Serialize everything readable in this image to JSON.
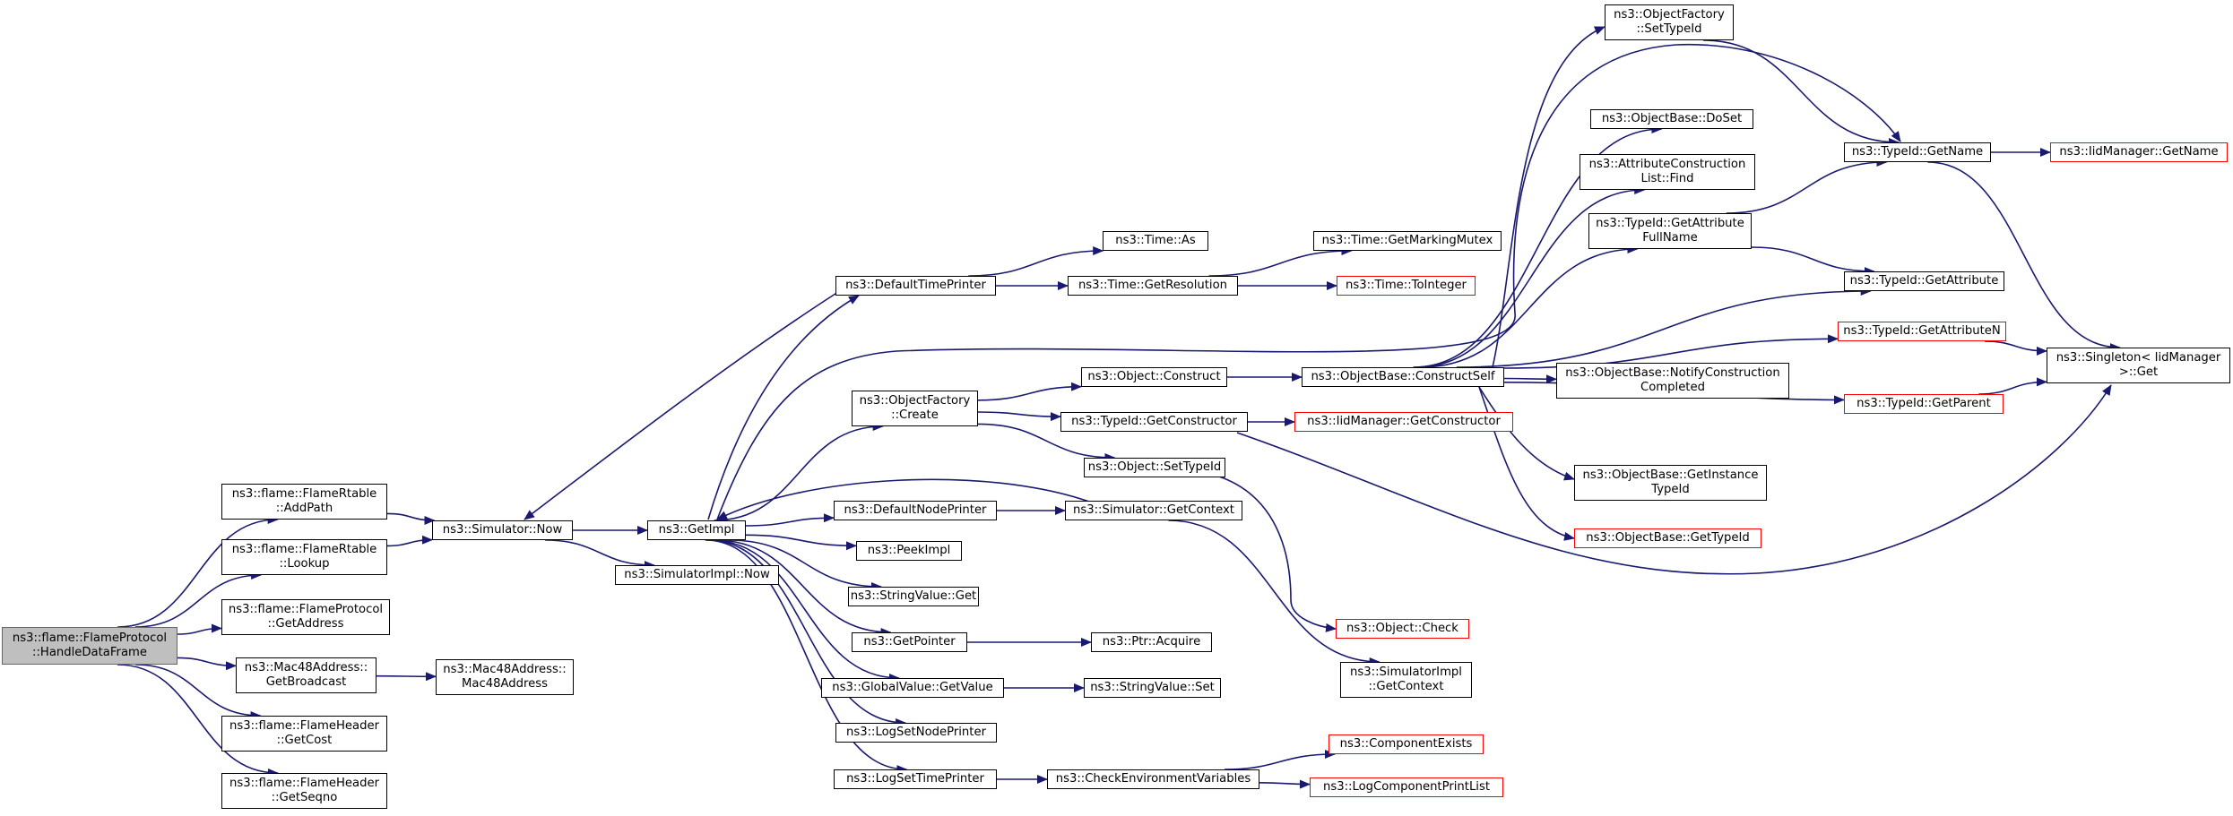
{
  "graph": {
    "nodes": [
      {
        "id": "root",
        "lines": [
          "ns3::flame::FlameProtocol",
          "::HandleDataFrame"
        ]
      },
      {
        "id": "addpath",
        "lines": [
          "ns3::flame::FlameRtable",
          "::AddPath"
        ]
      },
      {
        "id": "lookup",
        "lines": [
          "ns3::flame::FlameRtable",
          "::Lookup"
        ]
      },
      {
        "id": "getaddress",
        "lines": [
          "ns3::flame::FlameProtocol",
          "::GetAddress"
        ]
      },
      {
        "id": "getbroadcast",
        "lines": [
          "ns3::Mac48Address::",
          "GetBroadcast"
        ]
      },
      {
        "id": "mac48address",
        "lines": [
          "ns3::Mac48Address::",
          "Mac48Address"
        ]
      },
      {
        "id": "getcost",
        "lines": [
          "ns3::flame::FlameHeader",
          "::GetCost"
        ]
      },
      {
        "id": "getseqno",
        "lines": [
          "ns3::flame::FlameHeader",
          "::GetSeqno"
        ]
      },
      {
        "id": "simnow",
        "lines": [
          "ns3::Simulator::Now"
        ]
      },
      {
        "id": "getimpl",
        "lines": [
          "ns3::GetImpl"
        ]
      },
      {
        "id": "simimplnow",
        "lines": [
          "ns3::SimulatorImpl::Now"
        ]
      },
      {
        "id": "defaulttimeprinter",
        "lines": [
          "ns3::DefaultTimePrinter"
        ]
      },
      {
        "id": "timeas",
        "lines": [
          "ns3::Time::As"
        ]
      },
      {
        "id": "timegetresolution",
        "lines": [
          "ns3::Time::GetResolution"
        ]
      },
      {
        "id": "getmarkingmutex",
        "lines": [
          "ns3::Time::GetMarkingMutex"
        ]
      },
      {
        "id": "tointeger",
        "lines": [
          "ns3::Time::ToInteger"
        ],
        "red": true
      },
      {
        "id": "objfactorycreate",
        "lines": [
          "ns3::ObjectFactory",
          "::Create"
        ]
      },
      {
        "id": "objectconstruct",
        "lines": [
          "ns3::Object::Construct"
        ]
      },
      {
        "id": "getconstructor",
        "lines": [
          "ns3::TypeId::GetConstructor"
        ]
      },
      {
        "id": "iidgetconstructor",
        "lines": [
          "ns3::IidManager::GetConstructor"
        ],
        "red": true
      },
      {
        "id": "objectsettypeid",
        "lines": [
          "ns3::Object::SetTypeId"
        ]
      },
      {
        "id": "defaultnodeprinter",
        "lines": [
          "ns3::DefaultNodePrinter"
        ]
      },
      {
        "id": "simgetcontext",
        "lines": [
          "ns3::Simulator::GetContext"
        ]
      },
      {
        "id": "peekimpl",
        "lines": [
          "ns3::PeekImpl"
        ]
      },
      {
        "id": "stringvalueget",
        "lines": [
          "ns3::StringValue::Get"
        ]
      },
      {
        "id": "getpointer",
        "lines": [
          "ns3::GetPointer"
        ]
      },
      {
        "id": "ptracquire",
        "lines": [
          "ns3::Ptr::Acquire"
        ]
      },
      {
        "id": "globalvaluegetvalue",
        "lines": [
          "ns3::GlobalValue::GetValue"
        ]
      },
      {
        "id": "stringvalueset",
        "lines": [
          "ns3::StringValue::Set"
        ]
      },
      {
        "id": "logsetnodeprinter",
        "lines": [
          "ns3::LogSetNodePrinter"
        ]
      },
      {
        "id": "logsettimeprinter",
        "lines": [
          "ns3::LogSetTimePrinter"
        ]
      },
      {
        "id": "checkenv",
        "lines": [
          "ns3::CheckEnvironmentVariables"
        ]
      },
      {
        "id": "componentexists",
        "lines": [
          "ns3::ComponentExists"
        ],
        "red": true
      },
      {
        "id": "logcomponentprintlist",
        "lines": [
          "ns3::LogComponentPrintList"
        ],
        "red": true
      },
      {
        "id": "constructself",
        "lines": [
          "ns3::ObjectBase::ConstructSelf"
        ]
      },
      {
        "id": "objfactorysettypeid",
        "lines": [
          "ns3::ObjectFactory",
          "::SetTypeId"
        ]
      },
      {
        "id": "doset",
        "lines": [
          "ns3::ObjectBase::DoSet"
        ]
      },
      {
        "id": "attrlistfind",
        "lines": [
          "ns3::AttributeConstruction",
          "List::Find"
        ]
      },
      {
        "id": "getattrfullname",
        "lines": [
          "ns3::TypeId::GetAttribute",
          "FullName"
        ]
      },
      {
        "id": "notifyconstruction",
        "lines": [
          "ns3::ObjectBase::NotifyConstruction",
          "Completed"
        ]
      },
      {
        "id": "getinstancetypeid",
        "lines": [
          "ns3::ObjectBase::GetInstance",
          "TypeId"
        ]
      },
      {
        "id": "objbasegettypeid",
        "lines": [
          "ns3::ObjectBase::GetTypeId"
        ],
        "red": true
      },
      {
        "id": "objectcheck",
        "lines": [
          "ns3::Object::Check"
        ],
        "red": true
      },
      {
        "id": "simimplgetcontext",
        "lines": [
          "ns3::SimulatorImpl",
          "::GetContext"
        ]
      },
      {
        "id": "typeidgetname",
        "lines": [
          "ns3::TypeId::GetName"
        ]
      },
      {
        "id": "iidgetname",
        "lines": [
          "ns3::IidManager::GetName"
        ],
        "red": true
      },
      {
        "id": "typeidgetattribute",
        "lines": [
          "ns3::TypeId::GetAttribute"
        ]
      },
      {
        "id": "getattributen",
        "lines": [
          "ns3::TypeId::GetAttributeN"
        ],
        "red": true
      },
      {
        "id": "typeidgetparent",
        "lines": [
          "ns3::TypeId::GetParent"
        ],
        "red": true
      },
      {
        "id": "singletonget",
        "lines": [
          "ns3::Singleton< IidManager",
          " >::Get"
        ]
      }
    ]
  }
}
